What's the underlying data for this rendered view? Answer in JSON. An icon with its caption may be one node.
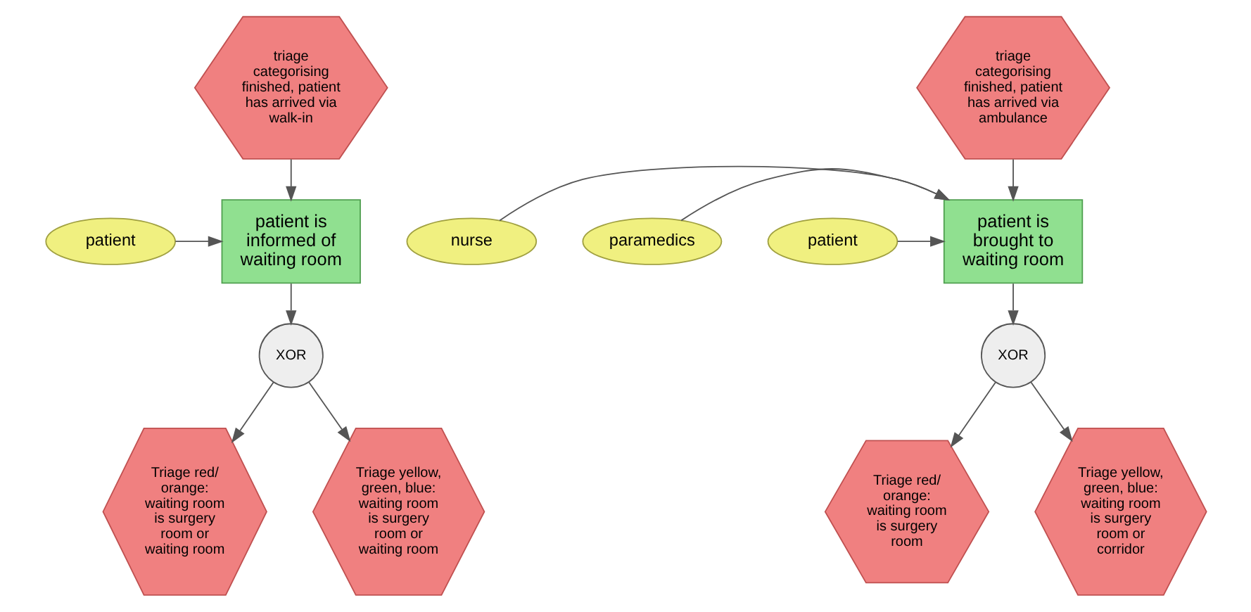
{
  "diagram": {
    "nodes": [
      {
        "text": [
          "triage categorising finished, patient has arrived via walk-in"
        ]
      },
      {
        "text": [
          "patient is informed of waiting room"
        ]
      },
      {
        "text": [
          "patient"
        ]
      },
      {
        "text": [
          "XOR"
        ]
      },
      {
        "text": [
          "Triage red/ orange: waiting room is surgery room or waiting room"
        ]
      },
      {
        "text": [
          "Triage yellow, green, blue: waiting room is surgery room or waiting room"
        ]
      },
      {
        "text": [
          "triage categorising finished, patient has arrived via ambulance"
        ]
      },
      {
        "text": [
          "nurse"
        ]
      },
      {
        "text": [
          "paramedics"
        ]
      },
      {
        "text": [
          "patient"
        ]
      },
      {
        "text": [
          "patient is brought to waiting room"
        ]
      },
      {
        "text": [
          "XOR"
        ]
      },
      {
        "text": [
          "Triage red/ orange: waiting room is surgery room"
        ]
      },
      {
        "text": [
          "Triage yellow, green, blue: waiting room is surgery room or corridor"
        ]
      }
    ],
    "edges": [
      {
        "from": 0,
        "to": 1,
        "arrow": "to"
      },
      {
        "from": 2,
        "to": 1,
        "arrow": "to"
      },
      {
        "from": 1,
        "to": 3,
        "arrow": "to"
      },
      {
        "from": 3,
        "to": 4,
        "arrow": "to"
      },
      {
        "from": 3,
        "to": 5,
        "arrow": "to"
      },
      {
        "from": 6,
        "to": 10,
        "arrow": "to"
      },
      {
        "from": 7,
        "to": 10,
        "arrow": "to"
      },
      {
        "from": 8,
        "to": 10,
        "arrow": "to"
      },
      {
        "from": 9,
        "to": 10,
        "arrow": "to"
      },
      {
        "from": 10,
        "to": 11,
        "arrow": "to"
      },
      {
        "from": 11,
        "to": 12,
        "arrow": "to"
      },
      {
        "from": 11,
        "to": 13,
        "arrow": "to"
      }
    ]
  }
}
